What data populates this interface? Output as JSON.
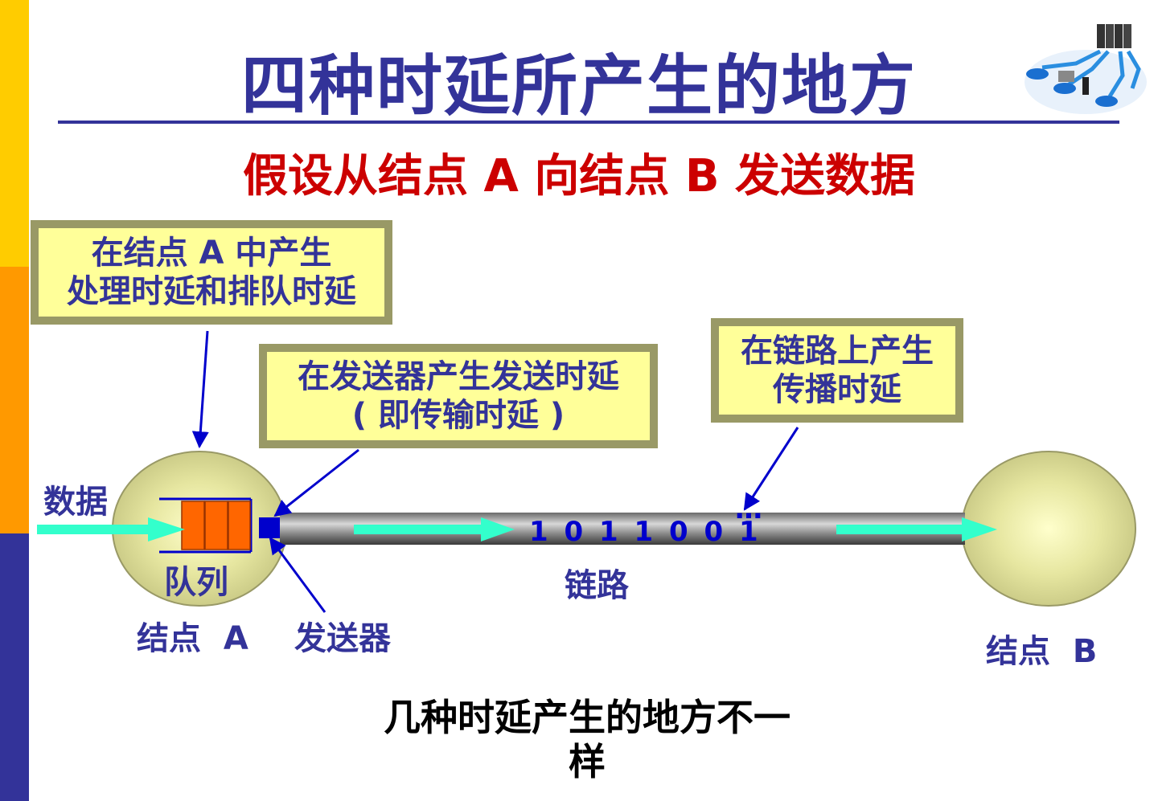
{
  "slide": {
    "title": "四种时延所产生的地方",
    "subtitle": "假设从结点  A  向结点  B  发送数据",
    "caption_line1": "几种时延产生的地方不一",
    "caption_line2": "样"
  },
  "callouts": {
    "node_a": {
      "line1": "在结点  A  中产生",
      "line2": "处理时延和排队时延"
    },
    "transmitter": {
      "line1": "在发送器产生发送时延",
      "line2": "( 即传输时延 )"
    },
    "link": {
      "line1": "在链路上产生",
      "line2": "传播时延"
    }
  },
  "labels": {
    "data": "数据",
    "queue": "队列",
    "node_a": "结点  A",
    "transmitter": "发送器",
    "link": "链路",
    "node_b": "结点  B",
    "bits": "1 0 1 1 0 0 1",
    "ellipsis": "…"
  },
  "colors": {
    "title": "#333399",
    "subtitle": "#CC0000",
    "callout_fill": "#FFFF99",
    "callout_border": "#999966",
    "arrow": "#0000CC",
    "flow_arrow": "#33FFCC",
    "queue_cell": "#FF6600"
  },
  "icons": {
    "logo": "network-topology-icon"
  }
}
